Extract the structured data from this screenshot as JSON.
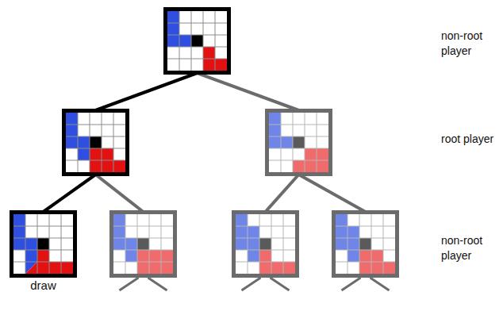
{
  "diagram": {
    "nodes": [
      {
        "text": []
      },
      {
        "text": []
      },
      {
        "text": []
      },
      {
        "text": [
          "draw"
        ]
      },
      {
        "text": []
      },
      {
        "text": []
      },
      {
        "text": []
      }
    ],
    "edges": [
      {
        "from": 0,
        "to": 1,
        "arrow": "none"
      },
      {
        "from": 0,
        "to": 2,
        "arrow": "none"
      },
      {
        "from": 1,
        "to": 3,
        "arrow": "none"
      },
      {
        "from": 1,
        "to": 4,
        "arrow": "none"
      },
      {
        "from": 2,
        "to": 5,
        "arrow": "none"
      },
      {
        "from": 2,
        "to": 6,
        "arrow": "none"
      }
    ],
    "labels": [
      "non-root player",
      "root player",
      "non-root player"
    ]
  }
}
